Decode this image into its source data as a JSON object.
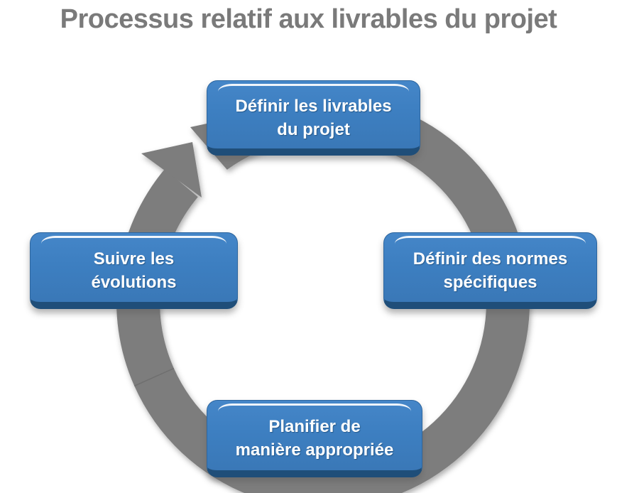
{
  "title": "Processus relatif aux livrables du projet",
  "diagram": {
    "type": "cycle",
    "direction": "clockwise",
    "colors": {
      "ring_gray": "#7d7d7d",
      "box_blue": "#3d7fc1",
      "box_edge_navy": "#1f4e79",
      "label_white": "#ffffff",
      "title_gray": "#7a7a7a"
    },
    "steps": [
      {
        "id": "definir-livrables",
        "position": "top",
        "lines": [
          "Définir les livrables",
          "du projet"
        ]
      },
      {
        "id": "normes-specifiques",
        "position": "right",
        "lines": [
          "Définir des normes",
          "spécifiques"
        ]
      },
      {
        "id": "planifier",
        "position": "bottom",
        "lines": [
          "Planifier de",
          "manière appropriée"
        ]
      },
      {
        "id": "suivre-evolutions",
        "position": "left",
        "lines": [
          "Suivre les",
          "évolutions"
        ]
      }
    ]
  }
}
